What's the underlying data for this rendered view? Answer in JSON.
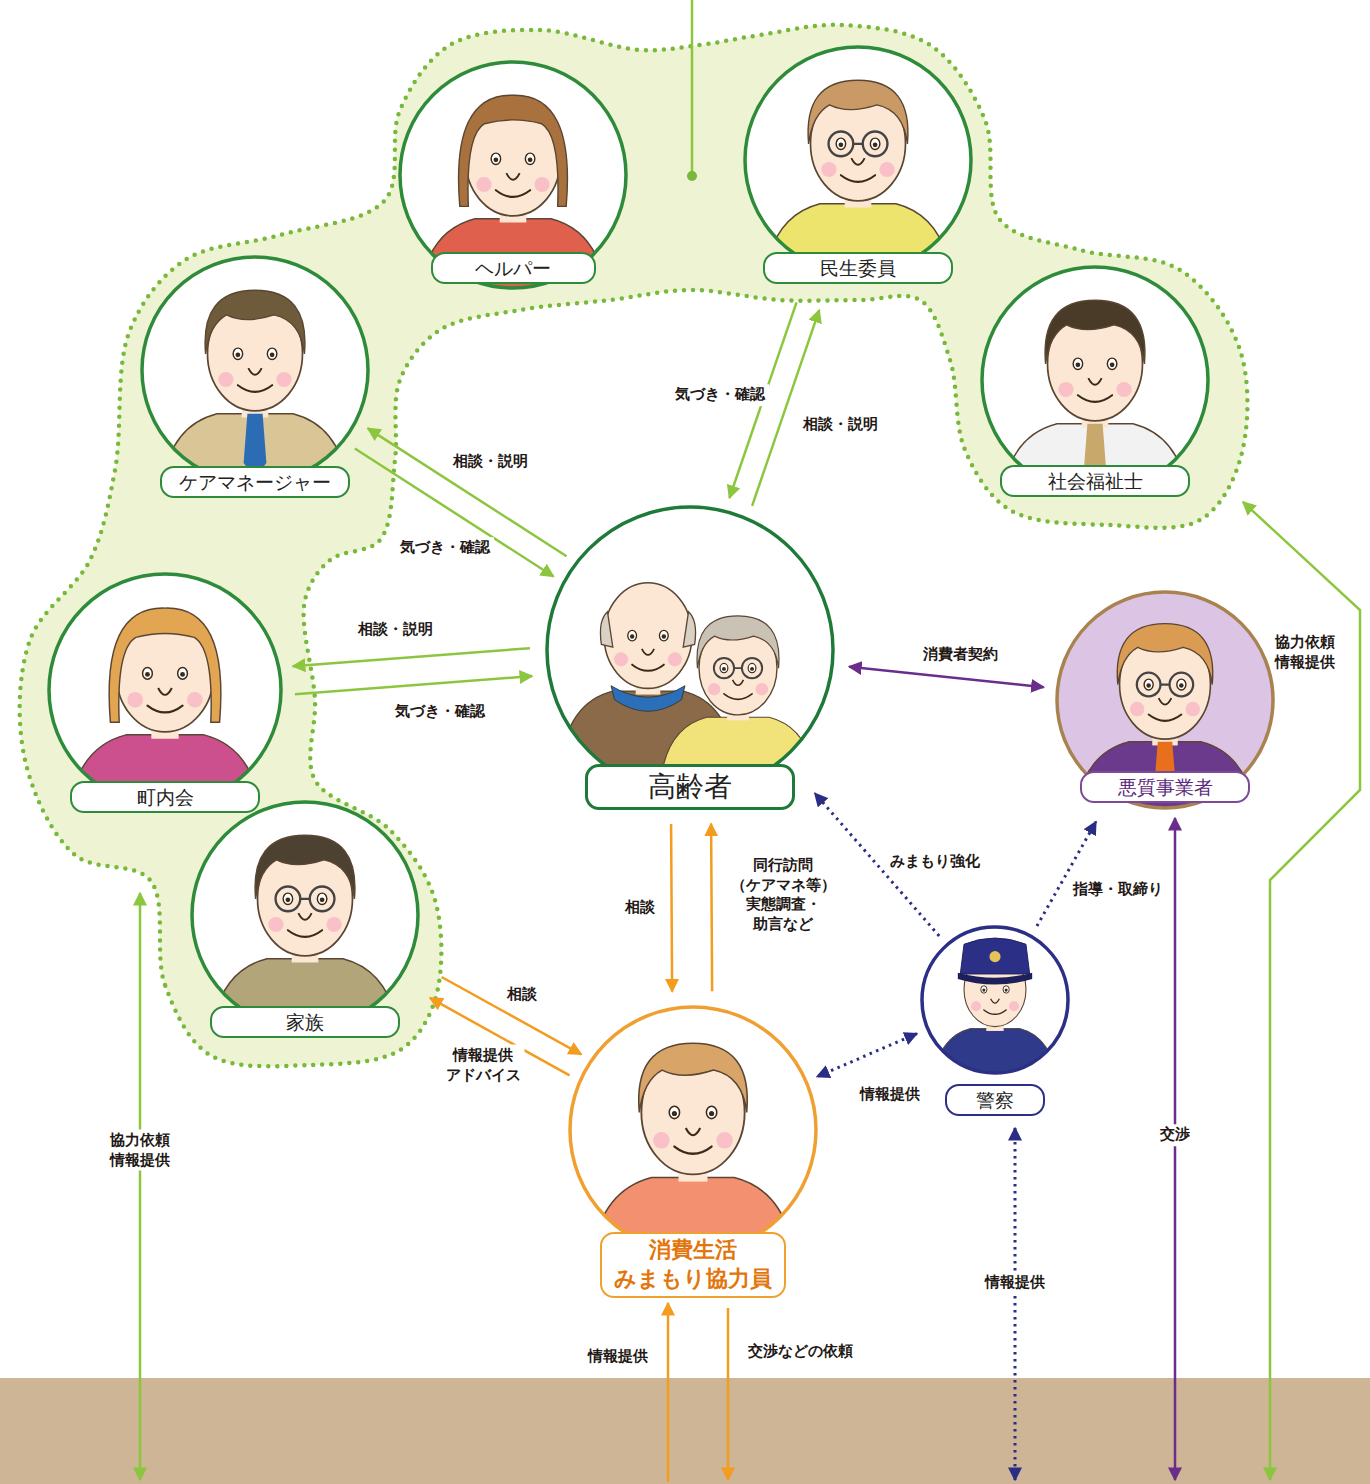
{
  "diagram": {
    "nodes": [
      {
        "text": [
          "ヘルパー"
        ]
      },
      {
        "text": [
          "民生委員"
        ]
      },
      {
        "text": [
          "ケアマネージャー"
        ]
      },
      {
        "text": [
          "社会福祉士"
        ]
      },
      {
        "text": [
          "町内会"
        ]
      },
      {
        "text": [
          "高齢者"
        ]
      },
      {
        "text": [
          "悪質事業者"
        ]
      },
      {
        "text": [
          "家族"
        ]
      },
      {
        "text": [
          "警察"
        ]
      },
      {
        "text": [
          "消費生活 みまもり協力員"
        ]
      }
    ],
    "edges": [
      {
        "from": 5,
        "to": 2,
        "label": "相談・説明",
        "arrow": "to"
      },
      {
        "from": 2,
        "to": 5,
        "label": "気づき・確認",
        "arrow": "to"
      },
      {
        "from": 1,
        "to": 5,
        "label": "気づき・確認",
        "arrow": "to"
      },
      {
        "from": 5,
        "to": 1,
        "label": "相談・説明",
        "arrow": "to"
      },
      {
        "from": 5,
        "to": 6,
        "label": "消費者契約",
        "arrow": "both"
      },
      {
        "from": 5,
        "to": 4,
        "label": "相談・説明",
        "arrow": "to"
      },
      {
        "from": 4,
        "to": 5,
        "label": "気づき・確認",
        "arrow": "to"
      },
      {
        "from": 5,
        "to": 9,
        "label": "相談",
        "arrow": "to"
      },
      {
        "from": 9,
        "to": 5,
        "label": "同行訪問 （ケアマネ等） 実態調査・ 助言など",
        "arrow": "to"
      },
      {
        "from": 8,
        "to": 5,
        "label": "みまもり強化",
        "arrow": "to"
      },
      {
        "from": 8,
        "to": 6,
        "label": "指導・取締り",
        "arrow": "to"
      },
      {
        "from": 7,
        "to": 9,
        "label": "相談",
        "arrow": "to"
      },
      {
        "from": 9,
        "to": 7,
        "label": "情報提供 アドバイス",
        "arrow": "to"
      },
      {
        "from": 8,
        "to": 9,
        "label": "情報提供",
        "arrow": "both"
      }
    ],
    "labels": [
      "協力依頼 情報提供",
      "情報提供",
      "交渉などの依頼",
      "情報提供",
      "交渉",
      "協力依頼 情報提供"
    ]
  }
}
